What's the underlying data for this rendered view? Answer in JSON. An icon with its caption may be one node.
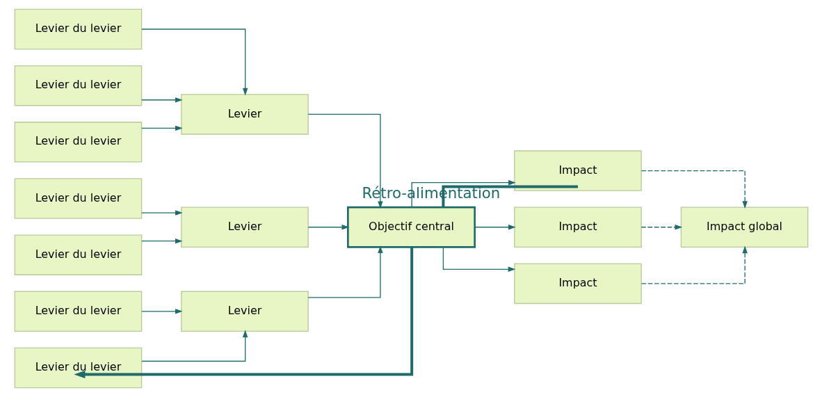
{
  "diagram": {
    "nodes": [
      {
        "text": [
          "Levier du levier"
        ]
      },
      {
        "text": [
          "Levier du levier"
        ]
      },
      {
        "text": [
          "Levier du levier"
        ]
      },
      {
        "text": [
          "Levier du levier"
        ]
      },
      {
        "text": [
          "Levier du levier"
        ]
      },
      {
        "text": [
          "Levier du levier"
        ]
      },
      {
        "text": [
          "Levier du levier"
        ]
      },
      {
        "text": [
          "Levier"
        ]
      },
      {
        "text": [
          "Levier"
        ]
      },
      {
        "text": [
          "Levier"
        ]
      },
      {
        "text": [
          "Objectif central"
        ]
      },
      {
        "text": [
          "Impact"
        ]
      },
      {
        "text": [
          "Impact"
        ]
      },
      {
        "text": [
          "Impact"
        ]
      },
      {
        "text": [
          "Impact global"
        ]
      }
    ],
    "edges": [
      {
        "from": 0,
        "to": 7,
        "arrow": "to"
      },
      {
        "from": 1,
        "to": 7,
        "arrow": "to"
      },
      {
        "from": 2,
        "to": 7,
        "arrow": "to"
      },
      {
        "from": 3,
        "to": 8,
        "arrow": "to"
      },
      {
        "from": 4,
        "to": 8,
        "arrow": "to"
      },
      {
        "from": 5,
        "to": 9,
        "arrow": "to"
      },
      {
        "from": 6,
        "to": 9,
        "arrow": "to"
      },
      {
        "from": 7,
        "to": 10,
        "arrow": "to"
      },
      {
        "from": 8,
        "to": 10,
        "arrow": "to"
      },
      {
        "from": 9,
        "to": 10,
        "arrow": "to"
      },
      {
        "from": 10,
        "to": 11,
        "arrow": "to"
      },
      {
        "from": 10,
        "to": 12,
        "arrow": "to"
      },
      {
        "from": 10,
        "to": 13,
        "arrow": "to"
      },
      {
        "from": 11,
        "to": 14,
        "arrow": "to",
        "style": "dashed"
      },
      {
        "from": 12,
        "to": 14,
        "arrow": "to",
        "style": "dashed"
      },
      {
        "from": 13,
        "to": 14,
        "arrow": "to",
        "style": "dashed"
      },
      {
        "from": 11,
        "to": 10,
        "arrow": "none",
        "style": "thick",
        "label": "Rétro-alimentation"
      },
      {
        "from": 10,
        "to": 6,
        "arrow": "to",
        "style": "thick"
      }
    ]
  }
}
